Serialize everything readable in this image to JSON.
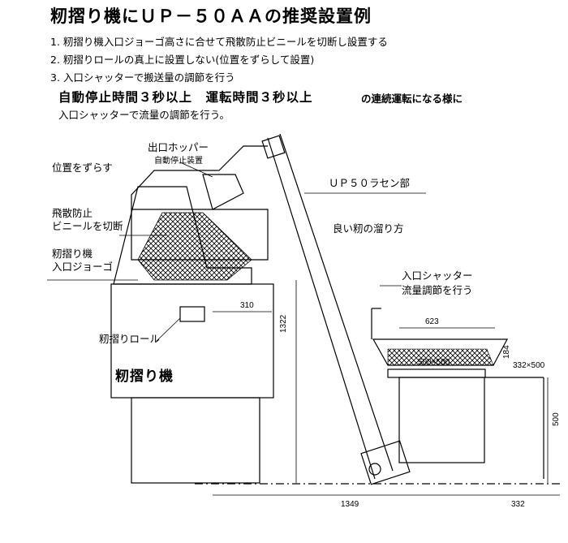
{
  "title": "籾摺り機にＵＰ－５０ＡＡの推奨設置例",
  "instructions": [
    "1. 籾摺り機入口ジョーゴ高さに合せて飛散防止ビニールを切断し設置する",
    "2. 籾摺りロールの真上に設置しない(位置をずらして設置)",
    "3. 入口シャッターで搬送量の調節を行う"
  ],
  "emphasis": {
    "line1_bold": "自動停止時間３秒以上　運転時間３秒以上",
    "line1_tail": "の連続運転になる様に",
    "line2": "入口シャッターで流量の調節を行う。"
  },
  "labels": {
    "outlet_hopper": "出口ホッパー",
    "auto_stop": "自動停止装置",
    "offset_position": "位置をずらす",
    "scatter_guard_1": "飛散防止",
    "scatter_guard_2": "ビニールを切断",
    "huller_inlet_1": "籾摺り機",
    "huller_inlet_2": "入口ジョーゴ",
    "conveyor": "ＵＰ５０ラセン部",
    "good_pile": "良い籾の溜り方",
    "inlet_shutter": "入口シャッター",
    "flow_adjust": "流量調節を行う",
    "hulling_roll": "籾摺りロール",
    "huller": "籾摺り機"
  },
  "dimensions": {
    "d310": "310",
    "d1322": "1322",
    "d623": "623",
    "d184": "184",
    "d500x500": "500×500",
    "d332x500": "332×500",
    "d500": "500",
    "d1349": "1349",
    "d332": "332"
  }
}
